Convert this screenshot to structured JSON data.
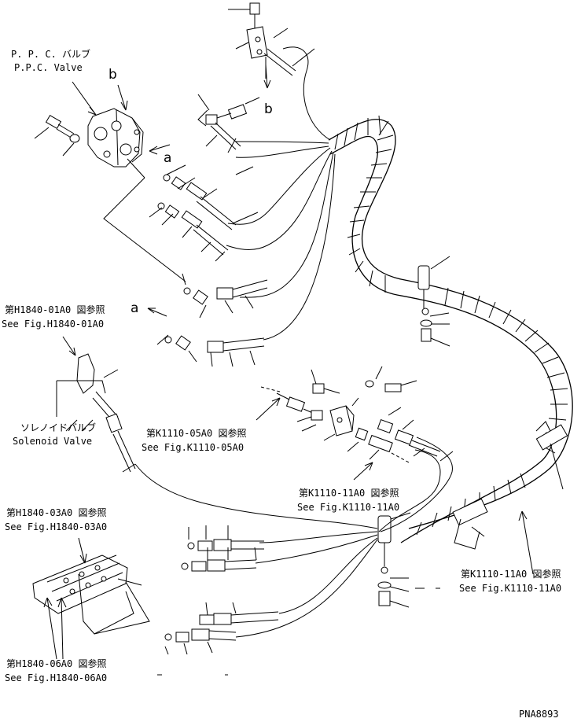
{
  "labels": {
    "ppc_valve_jp": "P. P. C. バルブ",
    "ppc_valve_en": "P.P.C. Valve",
    "ref_h1840_01_jp": "第H1840-01A0 図参照",
    "ref_h1840_01_en": "See Fig.H1840-01A0",
    "solenoid_jp": "ソレノイドバルブ",
    "solenoid_en": "Solenoid Valve",
    "ref_k1110_05_jp": "第K1110-05A0 図参照",
    "ref_k1110_05_en": "See Fig.K1110-05A0",
    "ref_k1110_11_mid_jp": "第K1110-11A0 図参照",
    "ref_k1110_11_mid_en": "See Fig.K1110-11A0",
    "ref_h1840_03_jp": "第H1840-03A0 図参照",
    "ref_h1840_03_en": "See Fig.H1840-03A0",
    "ref_k1110_11_right_jp": "第K1110-11A0 図参照",
    "ref_k1110_11_right_en": "See Fig.K1110-11A0",
    "ref_h1840_06_jp": "第H1840-06A0 図参照",
    "ref_h1840_06_en": "See Fig.H1840-06A0",
    "letter_a_upper": "a",
    "letter_a_lower": "a",
    "letter_b_upper": "b",
    "letter_b_lower": "b",
    "drawing_number": "PNA8893"
  }
}
